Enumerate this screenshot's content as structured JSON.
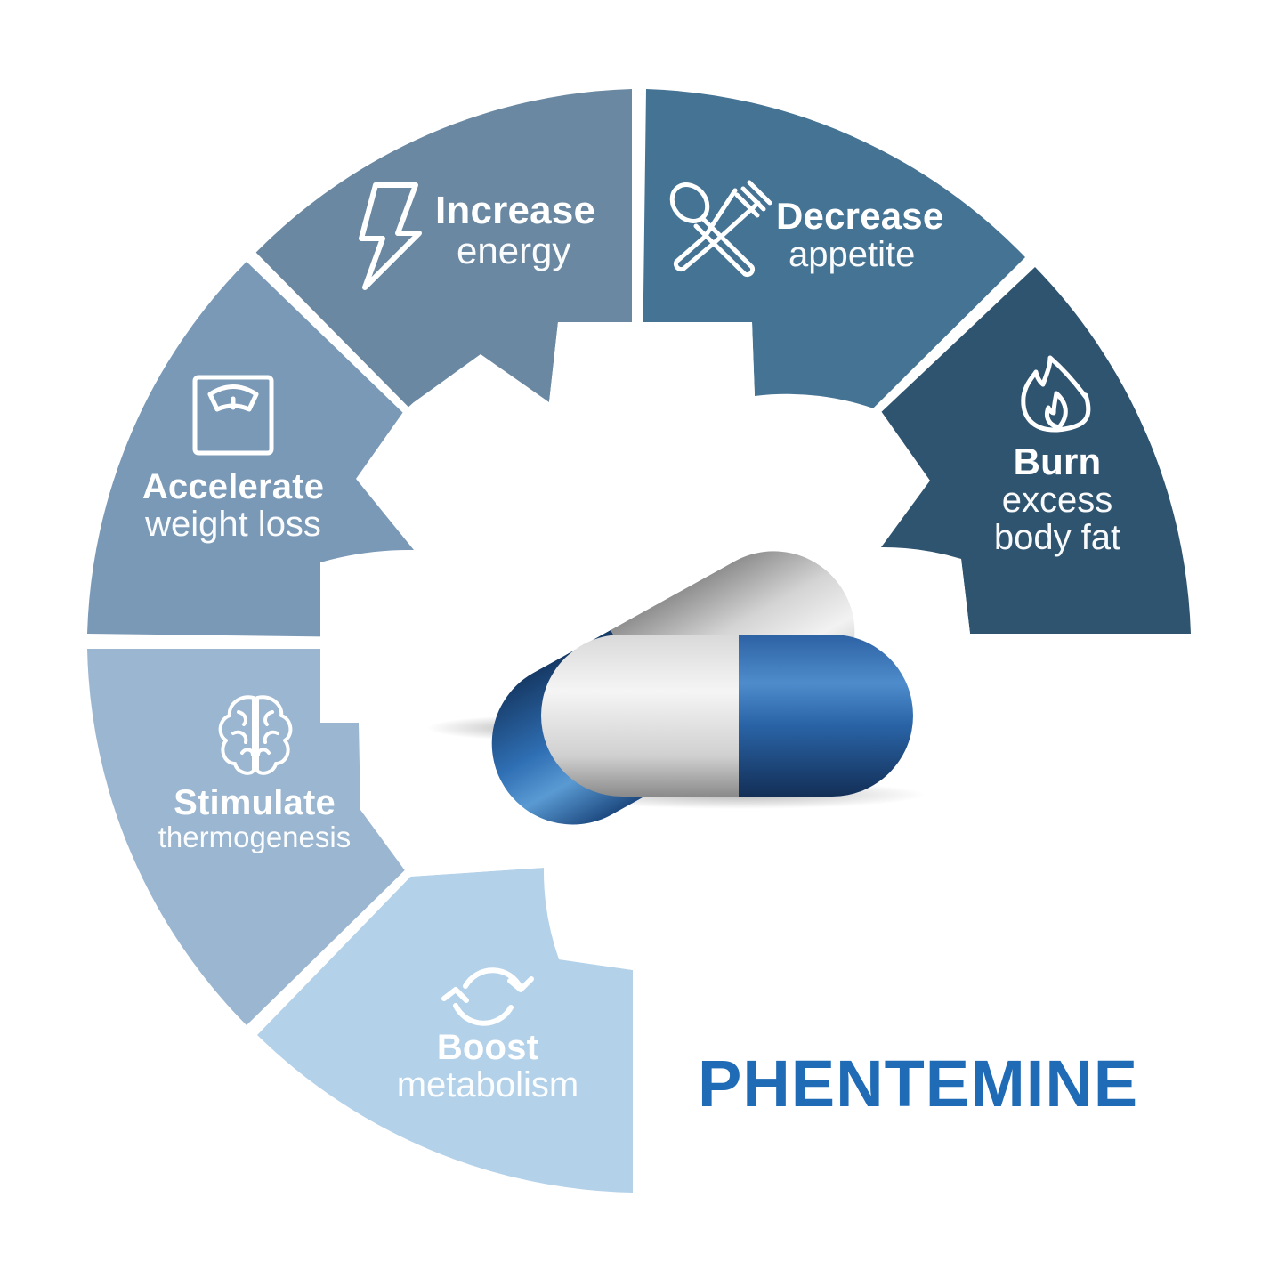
{
  "title": "PHENTEMINE",
  "colors": {
    "title": "#1f6bb5",
    "increase": "#6a88a2",
    "decrease": "#447394",
    "burn": "#2f546f",
    "accelerate": "#7a99b7",
    "stimulate": "#9bb6d0",
    "boost": "#b3d1e9",
    "capsule_blue": "#2a63a6",
    "capsule_white": "#e8e8e8"
  },
  "segments": [
    {
      "id": "increase",
      "icon": "lightning-bolt-icon",
      "bold": "Increase",
      "light": "energy"
    },
    {
      "id": "decrease",
      "icon": "fork-spoon-icon",
      "bold": "Decrease",
      "light": "appetite"
    },
    {
      "id": "burn",
      "icon": "flame-icon",
      "bold": "Burn",
      "light": "excess",
      "light2": "body fat"
    },
    {
      "id": "accelerate",
      "icon": "weight-scale-icon",
      "bold": "Accelerate",
      "light": "weight loss"
    },
    {
      "id": "stimulate",
      "icon": "brain-icon",
      "bold": "Stimulate",
      "light": "thermogenesis"
    },
    {
      "id": "boost",
      "icon": "refresh-cycle-icon",
      "bold": "Boost",
      "light": "metabolism"
    }
  ],
  "center_graphic": "two-capsules"
}
